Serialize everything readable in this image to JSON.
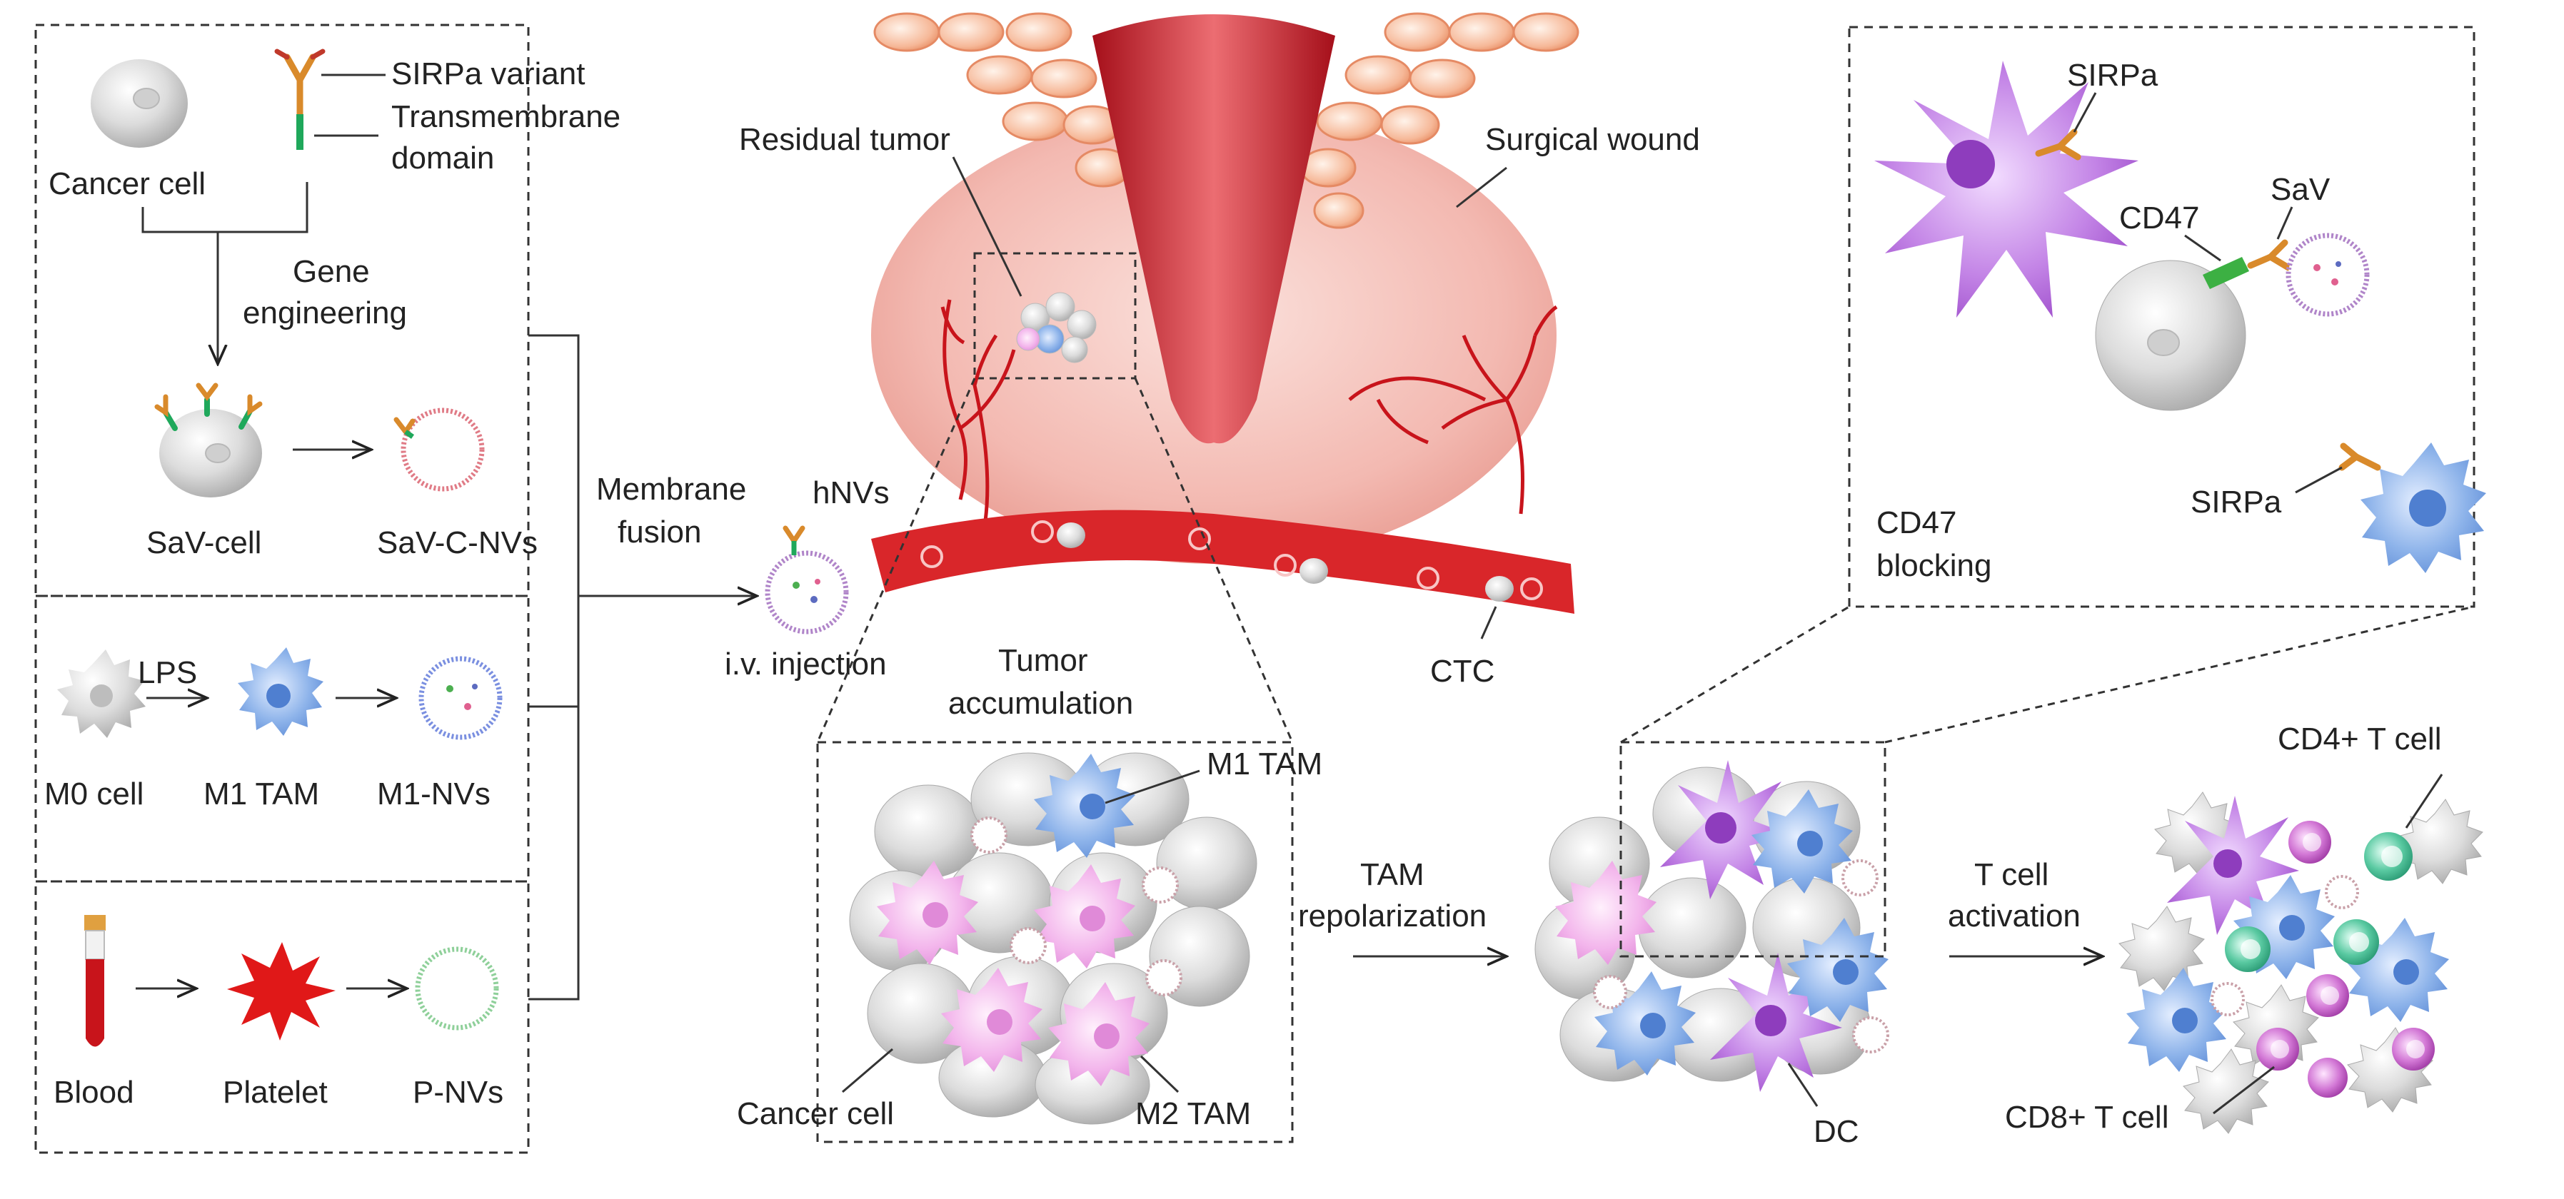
{
  "left_panel": {
    "cancer_cell": "Cancer cell",
    "sirpa_variant": "SIRPa variant",
    "transmembrane_1": "Transmembrane",
    "transmembrane_2": "domain",
    "gene_1": "Gene",
    "gene_2": "engineering",
    "sav_cell": "SaV-cell",
    "sav_c_nvs": "SaV-C-NVs",
    "lps": "LPS",
    "m0_cell": "M0 cell",
    "m1_tam": "M1 TAM",
    "m1_nvs": "M1-NVs",
    "blood": "Blood",
    "platelet": "Platelet",
    "p_nvs": "P-NVs"
  },
  "center": {
    "membrane_1": "Membrane",
    "membrane_2": "fusion",
    "hnvs": "hNVs",
    "iv_injection": "i.v. injection",
    "residual_tumor": "Residual tumor",
    "surgical_wound": "Surgical wound",
    "ctc": "CTC",
    "tumor_acc_1": "Tumor",
    "tumor_acc_2": "accumulation",
    "m1_tam": "M1 TAM",
    "cancer_cell": "Cancer cell",
    "m2_tam": "M2 TAM"
  },
  "right": {
    "sirpa_top": "SIRPa",
    "cd47": "CD47",
    "sav": "SaV",
    "sirpa_bottom": "SIRPa",
    "cd47_blocking_1": "CD47",
    "cd47_blocking_2": "blocking",
    "tam_rep_1": "TAM",
    "tam_rep_2": "repolarization",
    "dc": "DC",
    "tcell_act_1": "T cell",
    "tcell_act_2": "activation",
    "cd4": "CD4+ T cell",
    "cd8": "CD8+ T cell"
  },
  "colors": {
    "blood_red": "#d9262a",
    "dark_red": "#b3121b",
    "wound_pink": "#f3b9b1",
    "tumor_skin": "#f4a886",
    "sirpa_orange": "#d98a2b",
    "m1_blue": "#7fa9e6",
    "m2_pink": "#f2b0e8",
    "dc_purple": "#b56ad8",
    "cd4_green": "#49c29b",
    "cd8_magenta": "#c55bc9",
    "cell_gray": "#d7d7d7",
    "cd47_green": "#3cb043",
    "platelet_red": "#e01818"
  }
}
